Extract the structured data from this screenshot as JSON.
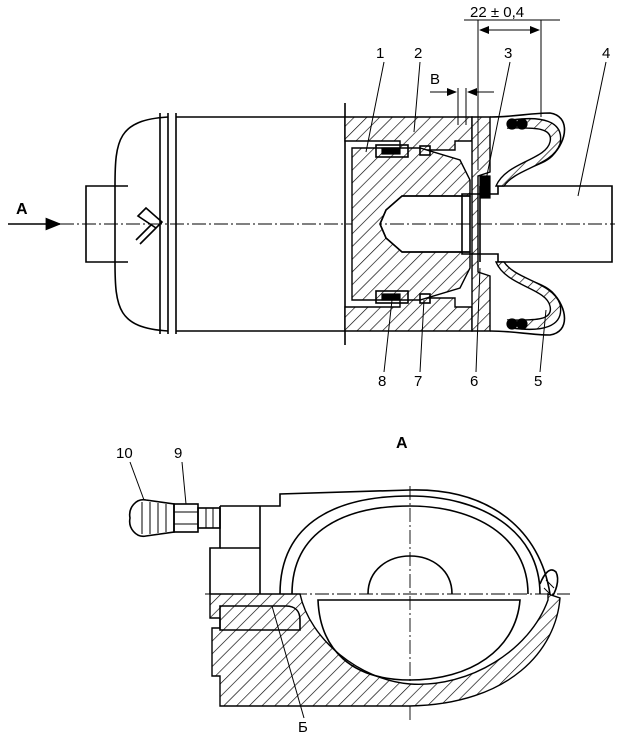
{
  "colors": {
    "line": "#000000",
    "background": "#ffffff"
  },
  "top_view": {
    "arrow_label": "А",
    "dimension_label": "22 ± 0,4",
    "gap_label": "В",
    "callouts": [
      "1",
      "2",
      "3",
      "4",
      "5",
      "6",
      "7",
      "8"
    ]
  },
  "bottom_view": {
    "view_label": "А",
    "callouts": [
      "10",
      "9"
    ],
    "port_label": "Б"
  }
}
